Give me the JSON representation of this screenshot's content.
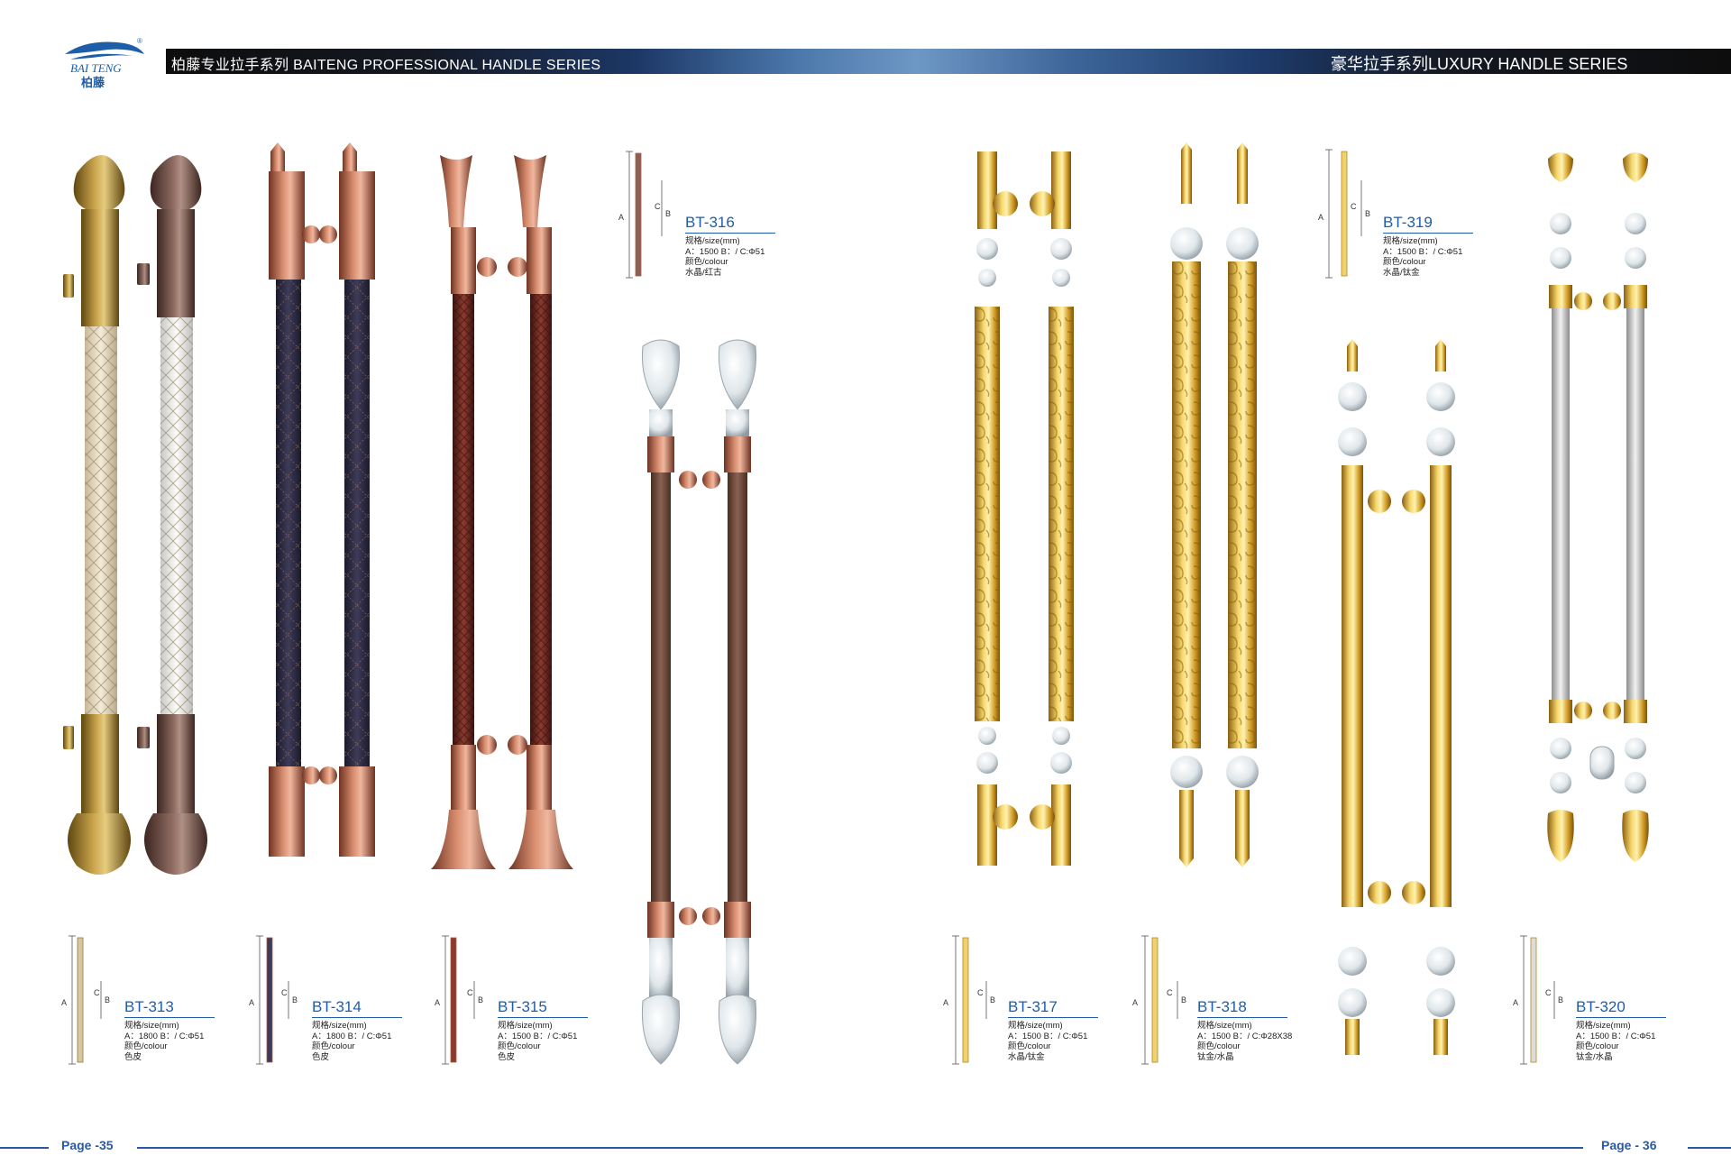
{
  "header": {
    "logo_text_top": "BAI TENG",
    "logo_text_bottom": "柏藤",
    "logo_registered": "®",
    "left_title": "柏藤专业拉手系列 BAITENG PROFESSIONAL HANDLE SERIES",
    "right_title": "豪华拉手系列LUXURY HANDLE SERIES"
  },
  "footer": {
    "left_page": "Page -35",
    "right_page": "Page - 36"
  },
  "products": [
    {
      "model": "BT-313",
      "size_label": "规格/size(mm)",
      "size": "A：1800  B：/  C:Φ51",
      "colour_label": "颜色/colour",
      "colour": "色皮"
    },
    {
      "model": "BT-314",
      "size_label": "规格/size(mm)",
      "size": "A：1800  B：/  C:Φ51",
      "colour_label": "颜色/colour",
      "colour": "色皮"
    },
    {
      "model": "BT-315",
      "size_label": "规格/size(mm)",
      "size": "A：1500  B：/  C:Φ51",
      "colour_label": "颜色/colour",
      "colour": "色皮"
    },
    {
      "model": "BT-316",
      "size_label": "规格/size(mm)",
      "size": "A：1500  B：/  C:Φ51",
      "colour_label": "颜色/colour",
      "colour": "水晶/红古"
    },
    {
      "model": "BT-317",
      "size_label": "规格/size(mm)",
      "size": "A：1500  B：/  C:Φ51",
      "colour_label": "颜色/colour",
      "colour": "水晶/钛金"
    },
    {
      "model": "BT-318",
      "size_label": "规格/size(mm)",
      "size": "A：1500  B：/  C:Φ28X38",
      "colour_label": "颜色/colour",
      "colour": "钛金/水晶"
    },
    {
      "model": "BT-319",
      "size_label": "规格/size(mm)",
      "size": "A：1500  B：/  C:Φ51",
      "colour_label": "颜色/colour",
      "colour": "水晶/钛金"
    },
    {
      "model": "BT-320",
      "size_label": "规格/size(mm)",
      "size": "A：1500  B：/  C:Φ51",
      "colour_label": "颜色/colour",
      "colour": "钛金/水晶"
    }
  ],
  "diagram_labels": {
    "a": "A",
    "b": "B",
    "c": "C"
  },
  "colors": {
    "brand_blue": "#1e5ea8",
    "footer_blue": "#2a5aa3",
    "gold": "#d4a52a",
    "rose": "#a86048",
    "bronze": "#6b4a3e"
  }
}
